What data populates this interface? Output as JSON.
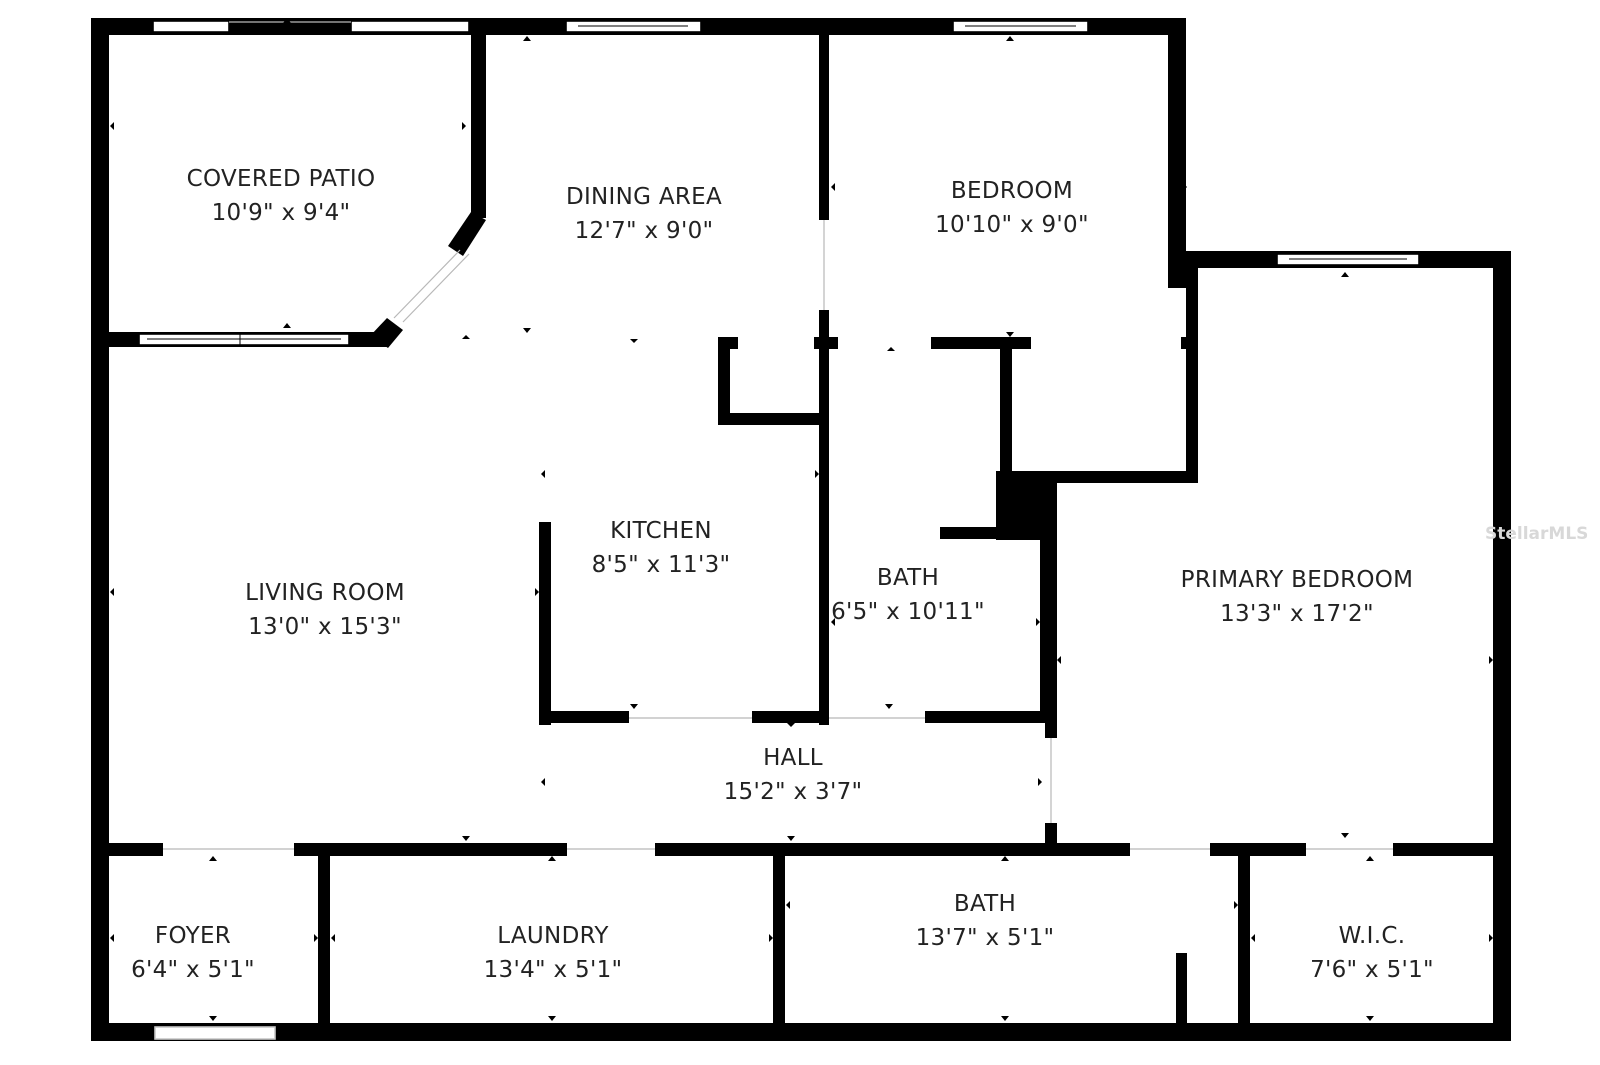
{
  "rooms": {
    "covered_patio": {
      "name": "COVERED PATIO",
      "dim": "10'9\" x 9'4\""
    },
    "dining_area": {
      "name": "DINING AREA",
      "dim": "12'7\" x 9'0\""
    },
    "bedroom": {
      "name": "BEDROOM",
      "dim": "10'10\" x 9'0\""
    },
    "living_room": {
      "name": "LIVING ROOM",
      "dim": "13'0\" x 15'3\""
    },
    "kitchen": {
      "name": "KITCHEN",
      "dim": "8'5\" x 11'3\""
    },
    "bath_upper": {
      "name": "BATH",
      "dim": "6'5\" x 10'11\""
    },
    "primary_bedroom": {
      "name": "PRIMARY BEDROOM",
      "dim": "13'3\" x 17'2\""
    },
    "hall": {
      "name": "HALL",
      "dim": "15'2\" x 3'7\""
    },
    "foyer": {
      "name": "FOYER",
      "dim": "6'4\" x 5'1\""
    },
    "laundry": {
      "name": "LAUNDRY",
      "dim": "13'4\" x 5'1\""
    },
    "bath_lower": {
      "name": "BATH",
      "dim": "13'7\" x 5'1\""
    },
    "wic": {
      "name": "W.I.C.",
      "dim": "7'6\" x 5'1\""
    }
  },
  "watermark": "StellarMLS",
  "colors": {
    "wall": "#000000",
    "text": "#222222",
    "background": "#ffffff"
  }
}
